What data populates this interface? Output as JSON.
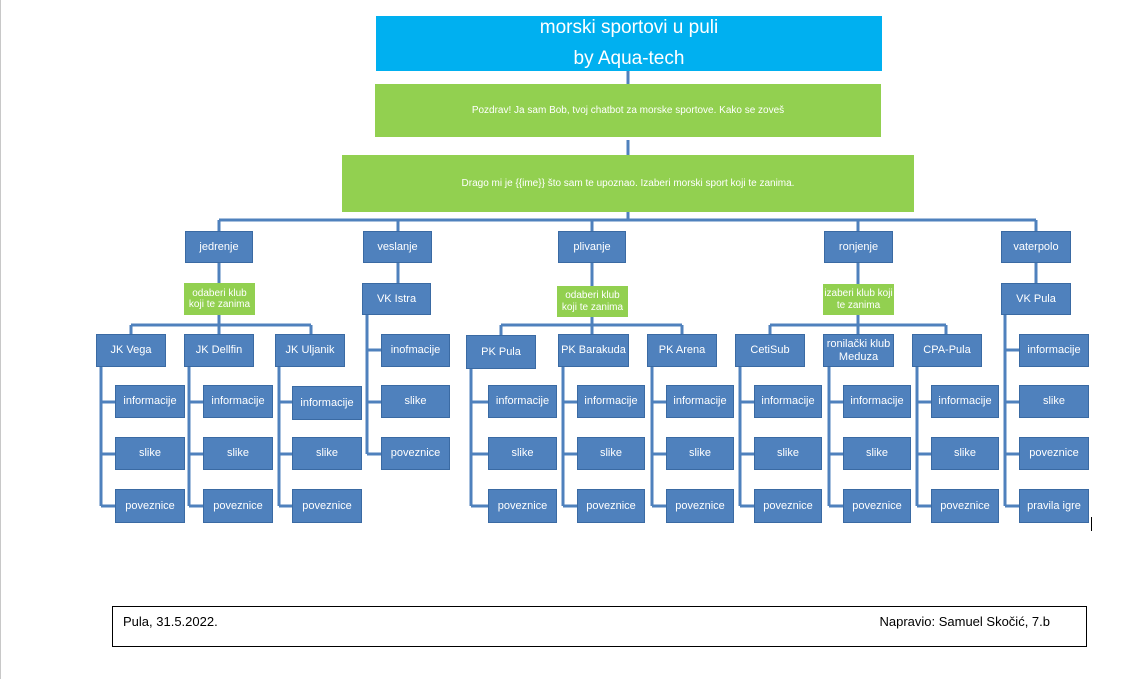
{
  "title": {
    "line1": "morski sportovi u puli",
    "line2": "by Aqua-tech"
  },
  "greeting": "Pozdrav! Ja sam Bob, tvoj chatbot za morske sportove. Kako se zoveš",
  "choose_sport": "Drago mi je {{ime}} što sam te upoznao. Izaberi morski sport koji te zanima.",
  "sports": {
    "jedrenje": {
      "label": "jedrenje",
      "prompt": "odaberi klub koji te zanima",
      "clubs": [
        {
          "name": "JK Vega",
          "items": [
            "informacije",
            "slike",
            "poveznice"
          ]
        },
        {
          "name": "JK Dellfin",
          "items": [
            "informacije",
            "slike",
            "poveznice"
          ]
        },
        {
          "name": "JK Uljanik",
          "items": [
            "informacije",
            "slike",
            "poveznice"
          ]
        }
      ]
    },
    "veslanje": {
      "label": "veslanje",
      "club": {
        "name": "VK Istra",
        "items": [
          "inofmacije",
          "slike",
          "poveznice"
        ]
      }
    },
    "plivanje": {
      "label": "plivanje",
      "prompt": "odaberi klub koji te zanima",
      "clubs": [
        {
          "name": "PK Pula",
          "items": [
            "informacije",
            "slike",
            "poveznice"
          ]
        },
        {
          "name": "PK Barakuda",
          "items": [
            "informacije",
            "slike",
            "poveznice"
          ]
        },
        {
          "name": "PK Arena",
          "items": [
            "informacije",
            "slike",
            "poveznice"
          ]
        }
      ]
    },
    "ronjenje": {
      "label": "ronjenje",
      "prompt": "izaberi klub koji te zanima",
      "clubs": [
        {
          "name": "CetiSub",
          "items": [
            "informacije",
            "slike",
            "poveznice"
          ]
        },
        {
          "name": "ronilački klub Meduza",
          "items": [
            "informacije",
            "slike",
            "poveznice"
          ]
        },
        {
          "name": "CPA-Pula",
          "items": [
            "informacije",
            "slike",
            "poveznice"
          ]
        }
      ]
    },
    "vaterpolo": {
      "label": "vaterpolo",
      "club": {
        "name": "VK Pula",
        "items": [
          "informacije",
          "slike",
          "poveznice",
          "pravila igre"
        ]
      }
    }
  },
  "footer": {
    "left": "Pula, 31.5.2022.",
    "right": "Napravio: Samuel Skočić, 7.b"
  },
  "colors": {
    "title_bg": "#00b0f0",
    "green": "#92d050",
    "blue": "#4f81bd",
    "connector": "#4f81bd"
  }
}
